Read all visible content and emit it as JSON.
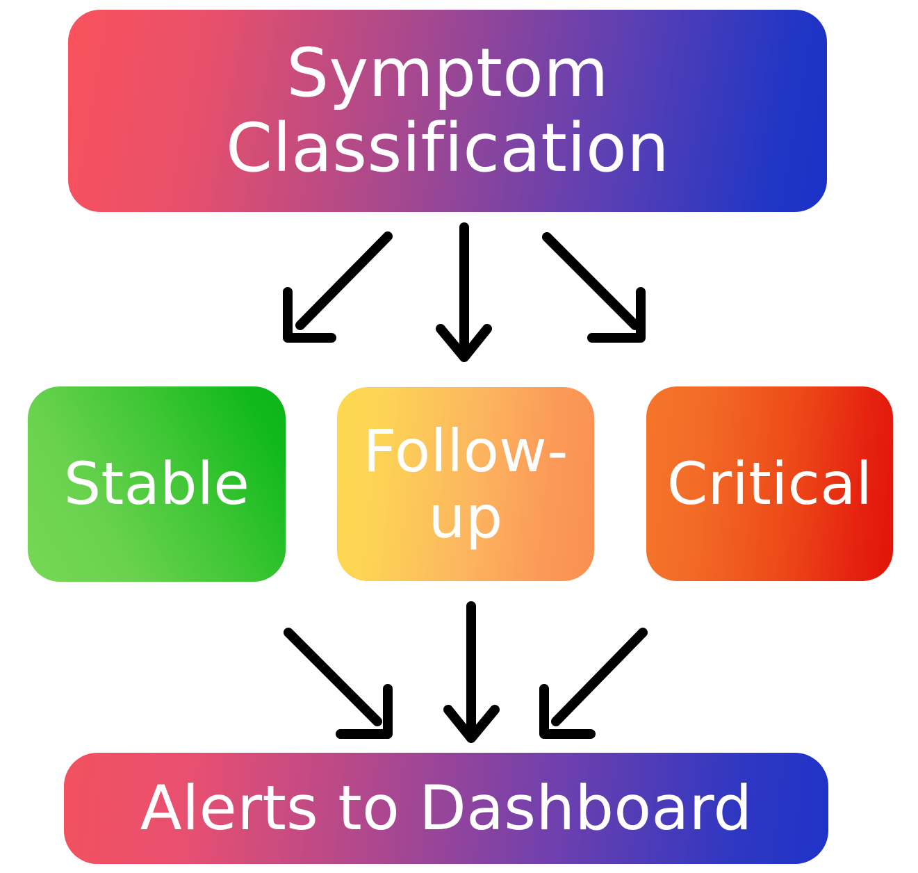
{
  "diagram": {
    "title": "Symptom Classification triage flow",
    "background": "#ffffff",
    "nodes": {
      "top": {
        "id": "symptom-classification",
        "label": "Symptom\nClassification",
        "text_color": "#ffffff",
        "gradient_from": "#f9525c",
        "gradient_to": "#1a31c8"
      },
      "branch_left": {
        "id": "stable",
        "label": "Stable",
        "text_color": "#ffffff",
        "gradient_from": "#76d755",
        "gradient_to": "#0ab418"
      },
      "branch_center": {
        "id": "follow-up",
        "label": "Follow-\nup",
        "text_color": "#ffffff",
        "gradient_from": "#fdd84f",
        "gradient_to": "#fa8f51"
      },
      "branch_right": {
        "id": "critical",
        "label": "Critical",
        "text_color": "#ffffff",
        "gradient_from": "#f4752b",
        "gradient_to": "#e11308"
      },
      "bottom": {
        "id": "alerts-to-dashboard",
        "label": "Alerts to Dashboard",
        "text_color": "#ffffff",
        "gradient_from": "#f2515e",
        "gradient_to": "#1f33c8"
      }
    },
    "arrows": {
      "color": "#000000",
      "stroke_width": 14,
      "items": [
        {
          "name": "arrow-symptom-to-stable",
          "from": "symptom-classification",
          "to": "stable",
          "direction": "down-left"
        },
        {
          "name": "arrow-symptom-to-follow-up",
          "from": "symptom-classification",
          "to": "follow-up",
          "direction": "down"
        },
        {
          "name": "arrow-symptom-to-critical",
          "from": "symptom-classification",
          "to": "critical",
          "direction": "down-right"
        },
        {
          "name": "arrow-stable-to-alerts",
          "from": "stable",
          "to": "alerts-to-dashboard",
          "direction": "down-right"
        },
        {
          "name": "arrow-follow-up-to-alerts",
          "from": "follow-up",
          "to": "alerts-to-dashboard",
          "direction": "down"
        },
        {
          "name": "arrow-critical-to-alerts",
          "from": "critical",
          "to": "alerts-to-dashboard",
          "direction": "down-left"
        }
      ]
    }
  }
}
